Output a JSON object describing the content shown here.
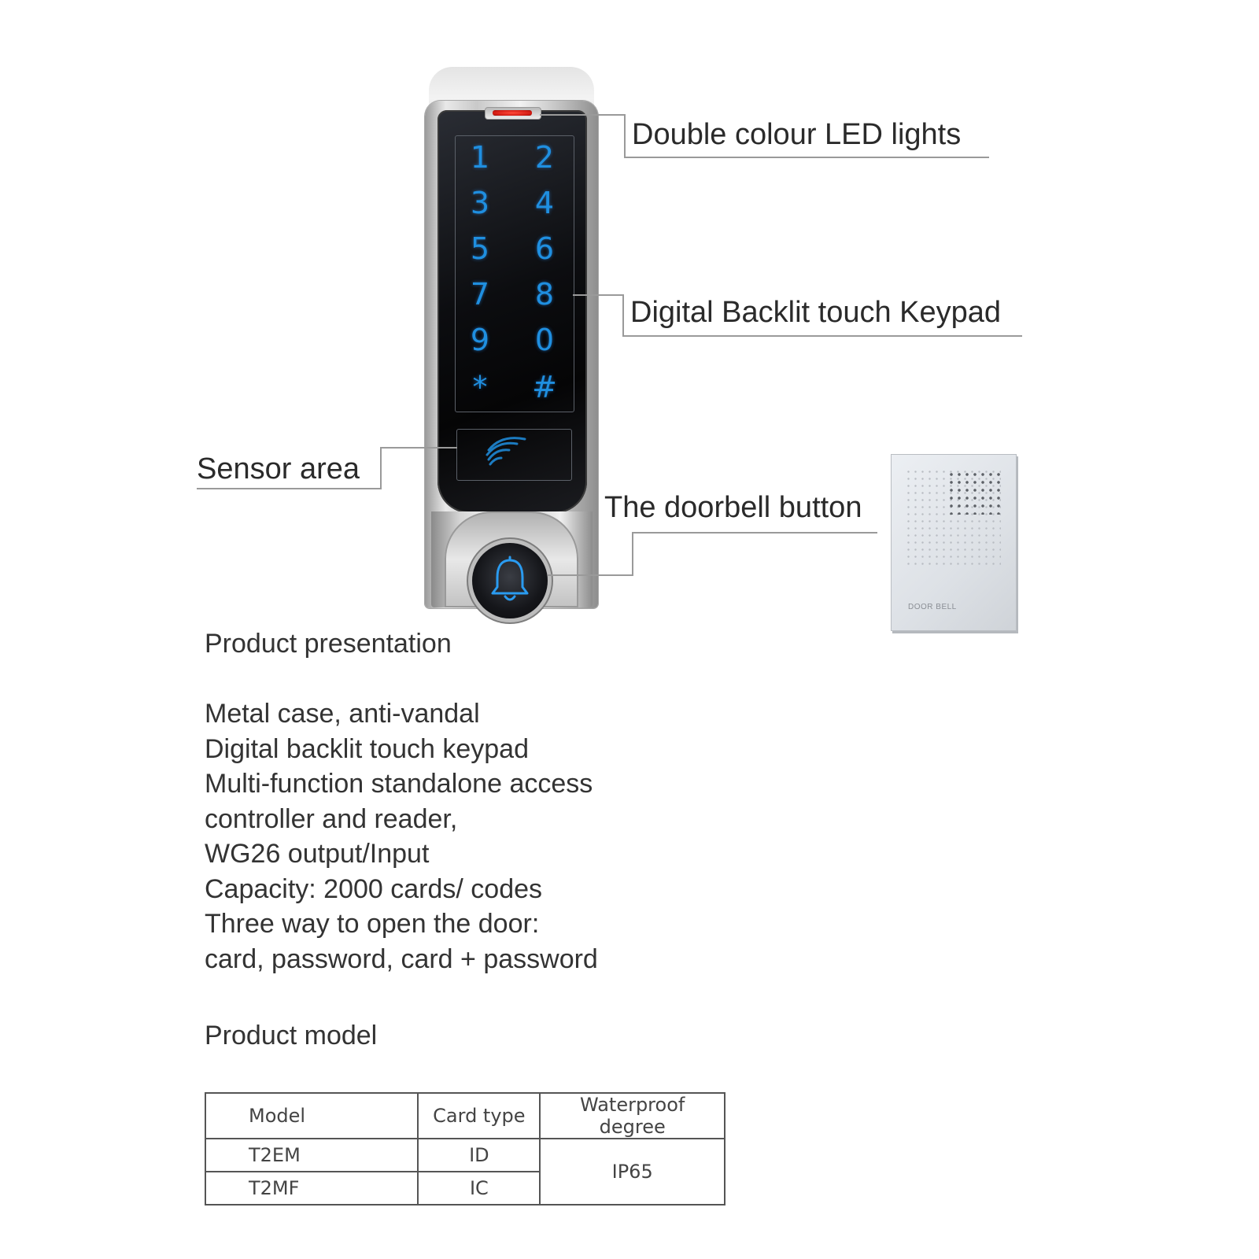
{
  "callouts": {
    "led": "Double colour LED lights",
    "keypad": "Digital Backlit touch Keypad",
    "sensor": "Sensor area",
    "doorbell": "The doorbell button"
  },
  "keypad_keys": [
    "1",
    "2",
    "3",
    "4",
    "5",
    "6",
    "7",
    "8",
    "9",
    "0",
    "*",
    "#"
  ],
  "chime": {
    "label": "DOOR BELL"
  },
  "presentation": {
    "heading": "Product presentation",
    "lines": [
      "Metal case, anti-vandal",
      "Digital backlit touch keypad",
      "Multi-function standalone access",
      "controller and reader,",
      "WG26 output/Input",
      "Capacity: 2000 cards/ codes",
      "Three way to open the door:",
      "card, password, card + password"
    ]
  },
  "model": {
    "heading": "Product model",
    "headers": [
      "Model",
      "Card type",
      "Waterproof degree"
    ],
    "rows": [
      {
        "model": "T2EM",
        "card_type": "ID"
      },
      {
        "model": "T2MF",
        "card_type": "IC"
      }
    ],
    "waterproof": "IP65"
  },
  "colors": {
    "key_glow": "#1f8fe0",
    "led_red": "#d11a12",
    "callout_line": "#9a9a9a"
  }
}
